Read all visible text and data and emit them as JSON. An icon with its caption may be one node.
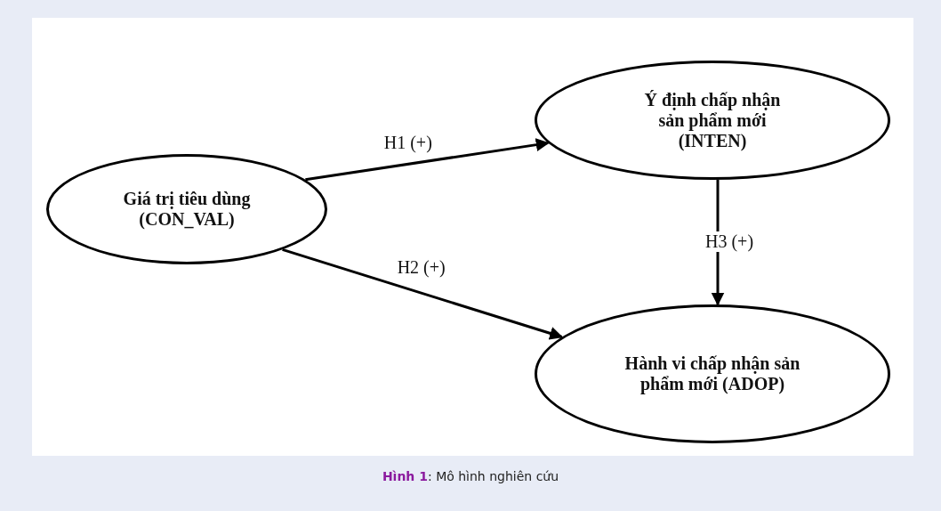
{
  "diagram": {
    "caption": "**Hình 1**: Mô hình nghiên cứu",
    "nodes": [
      {
        "text": [
          "Giá trị tiêu dùng (CON_VAL)"
        ]
      },
      {
        "text": [
          "Ý định chấp nhận sản phẩm mới (INTEN)"
        ]
      },
      {
        "text": [
          "Hành vi chấp nhận sản phẩm mới (ADOP)"
        ]
      }
    ],
    "edges": [
      {
        "from": 0,
        "to": 1,
        "arrow": "to",
        "label": "H1 (+)"
      },
      {
        "from": 0,
        "to": 2,
        "arrow": "to",
        "label": "H2 (+)"
      },
      {
        "from": 1,
        "to": 2,
        "arrow": "to",
        "label": "H3 (+)"
      }
    ]
  }
}
